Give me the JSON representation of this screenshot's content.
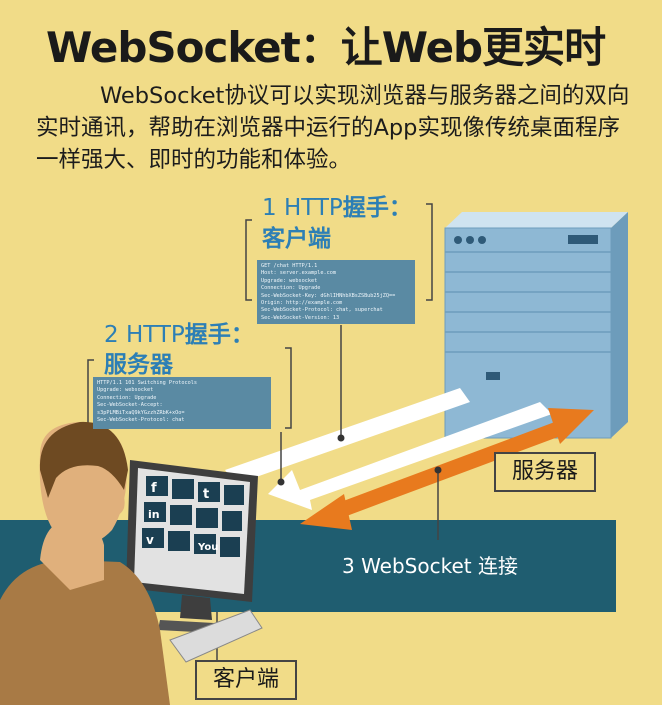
{
  "title": "WebSocket：让Web更实时",
  "intro": "WebSocket协议可以实现浏览器与服务器之间的双向实时通讯，帮助在浏览器中运行的App实现像传统桌面程序一样强大、即时的功能和体验。",
  "handshake_client": {
    "prefix": "1 HTTP",
    "bold": "握手：",
    "role": "客户端",
    "code_lines": [
      "GET /chat HTTP/1.1",
      "Host: server.example.com",
      "Upgrade: websocket",
      "Connection: Upgrade",
      "Sec-WebSocket-Key: dGhlIHNhbXBsZSBub25jZQ==",
      "Origin: http://example.com",
      "Sec-WebSocket-Protocol: chat, superchat",
      "Sec-WebSocket-Version: 13"
    ]
  },
  "handshake_server": {
    "prefix": "2 HTTP",
    "bold": "握手：",
    "role": "服务器",
    "code_lines": [
      "HTTP/1.1 101 Switching Protocols",
      "Upgrade: websocket",
      "Connection: Upgrade",
      "Sec-WebSocket-Accept:",
      "s3pPLMBiTxaQ9kYGzzhZRbK+xOo=",
      "Sec-WebSocket-Protocol: chat"
    ]
  },
  "connection_label": "3 WebSocket 连接",
  "server_label": "服务器",
  "client_label": "客户端",
  "icons": [
    "facebook-icon",
    "flickr-icon",
    "tumblr-icon",
    "twitter-icon",
    "linkedin-icon",
    "mail-icon",
    "delicious-icon",
    "myspace-icon",
    "vimeo-icon",
    "stumbleupon-icon",
    "youtube-icon",
    "blogger-icon"
  ],
  "colors": {
    "background": "#f1dc88",
    "band": "#1f5d70",
    "server": "#8eb8d4",
    "label_blue": "#2d7fb5",
    "arrow_orange": "#e87a1e"
  }
}
